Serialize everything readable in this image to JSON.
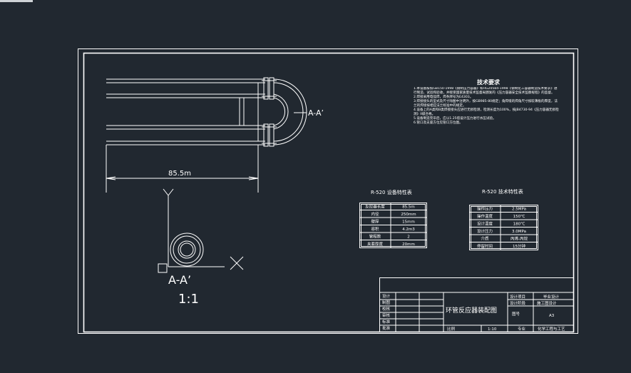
{
  "drawing": {
    "dimension_length": "85.5m",
    "section_label": "A-A’",
    "section_view_label": "A-A’",
    "scale_label": "1:1",
    "axis_y_label": "Y",
    "axis_x_label": "X"
  },
  "tech_requirements": {
    "title": "技术要求",
    "lines": [
      "1.本设备按照GB150-1998《钢制压力容器》和HG20584-1998《钢制化工容器制造技术要求》进行制造、试验和验收，并接受国家质量技术监督局颁发的《压力容器安全技术监察规程》的监督。",
      "2.焊接采用电弧焊，焊条牌号为E4303。",
      "3.焊接接头的型式及尺寸除图中注明外，按GB985-80规定；角焊缝的焊角尺寸按较薄板的厚度，法兰的焊接按相应法兰标准中的规定。",
      "4.设备上的A类和B类焊接接头应进行无损检测，检测长度为100%，按JB4730-94《压力容器无损检测》II级合格。",
      "5.设备制造完毕后，应以1.25倍设计压力进行水压试验。",
      "6.管口及支座方位见管口方位图。"
    ]
  },
  "table_equipment": {
    "title": "R-520 设备特性表",
    "rows": [
      [
        "反应器长度",
        "85.5m"
      ],
      [
        "内径",
        "250mm"
      ],
      [
        "壁厚",
        "15mm"
      ],
      [
        "容积",
        "4.2m3"
      ],
      [
        "管程数",
        "2"
      ],
      [
        "夹套厚度",
        "20mm"
      ]
    ]
  },
  "table_technical": {
    "title": "R-520 技术特性表",
    "rows": [
      [
        "操作压力",
        "2.5MPa"
      ],
      [
        "操作温度",
        "150℃"
      ],
      [
        "设计温度",
        "180℃"
      ],
      [
        "设计压力",
        "3.0MPa"
      ],
      [
        "介质",
        "丙烯-丙烷"
      ],
      [
        "停留时间",
        "15分钟"
      ]
    ]
  },
  "title_block": {
    "drawing_title": "环管反应器装配图",
    "left_labels": [
      "设计",
      "制图",
      "校核",
      "审核",
      "标准",
      "批准"
    ],
    "right_top": [
      [
        "设计项目",
        "毕业设计"
      ],
      [
        "设计阶段",
        "施工图设计"
      ]
    ],
    "sheet_label": "图号",
    "sheet_value": "A3",
    "ratio_label": "比例",
    "ratio_value": "1:10",
    "sheet_no_label": "专业",
    "sheet_no_value": "化学工程与工艺"
  }
}
